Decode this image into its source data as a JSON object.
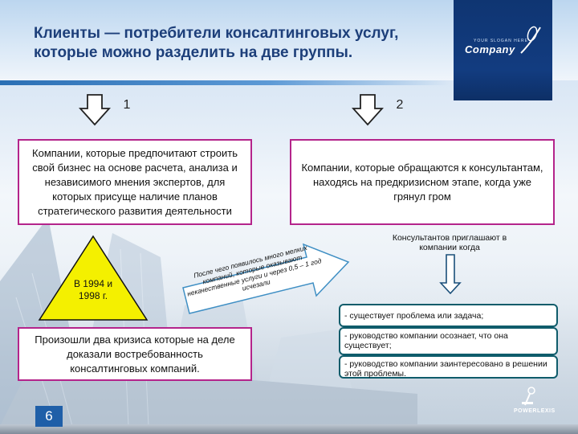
{
  "title": "Клиенты — потребители консалтинговых услуг, которые можно разделить на две группы.",
  "logo": {
    "brand": "Company",
    "tagline": "YOUR SLOGAN HERE"
  },
  "groups": [
    {
      "number": "1",
      "description": "Компании, которые предпочитают строить свой бизнес на основе расчета, анализа и независимого мнения экспертов, для которых присуще наличие планов стратегического развития деятельности"
    },
    {
      "number": "2",
      "description": "Компании, которые обращаются к консультантам, находясь на предкризисном этапе, когда уже грянул гром"
    }
  ],
  "triangle_text": "В 1994 и 1998 г.",
  "crisis_text": "Произошли два кризиса которые на деле доказали востребованность консалтинговых компаний.",
  "arrow_text": "После чего появилось много мелких компаний, которые оказывают некачественные услуги и через 0,5 – 1 год исчезали",
  "consultants_text": "Консультантов приглашают в компании когда",
  "conditions": [
    "- существует проблема или задача;",
    "- руководство компании осознает, что она существует;",
    "- руководство компании заинтересовано в решении этой проблемы."
  ],
  "page_number": "6",
  "footer_brand": "POWERLEXIS",
  "colors": {
    "title": "#1d3f7a",
    "box_border": "#b4248b",
    "triangle": "#f4f000",
    "pill_border": "#0f5c6b",
    "page_badge": "#1f5fa8"
  }
}
